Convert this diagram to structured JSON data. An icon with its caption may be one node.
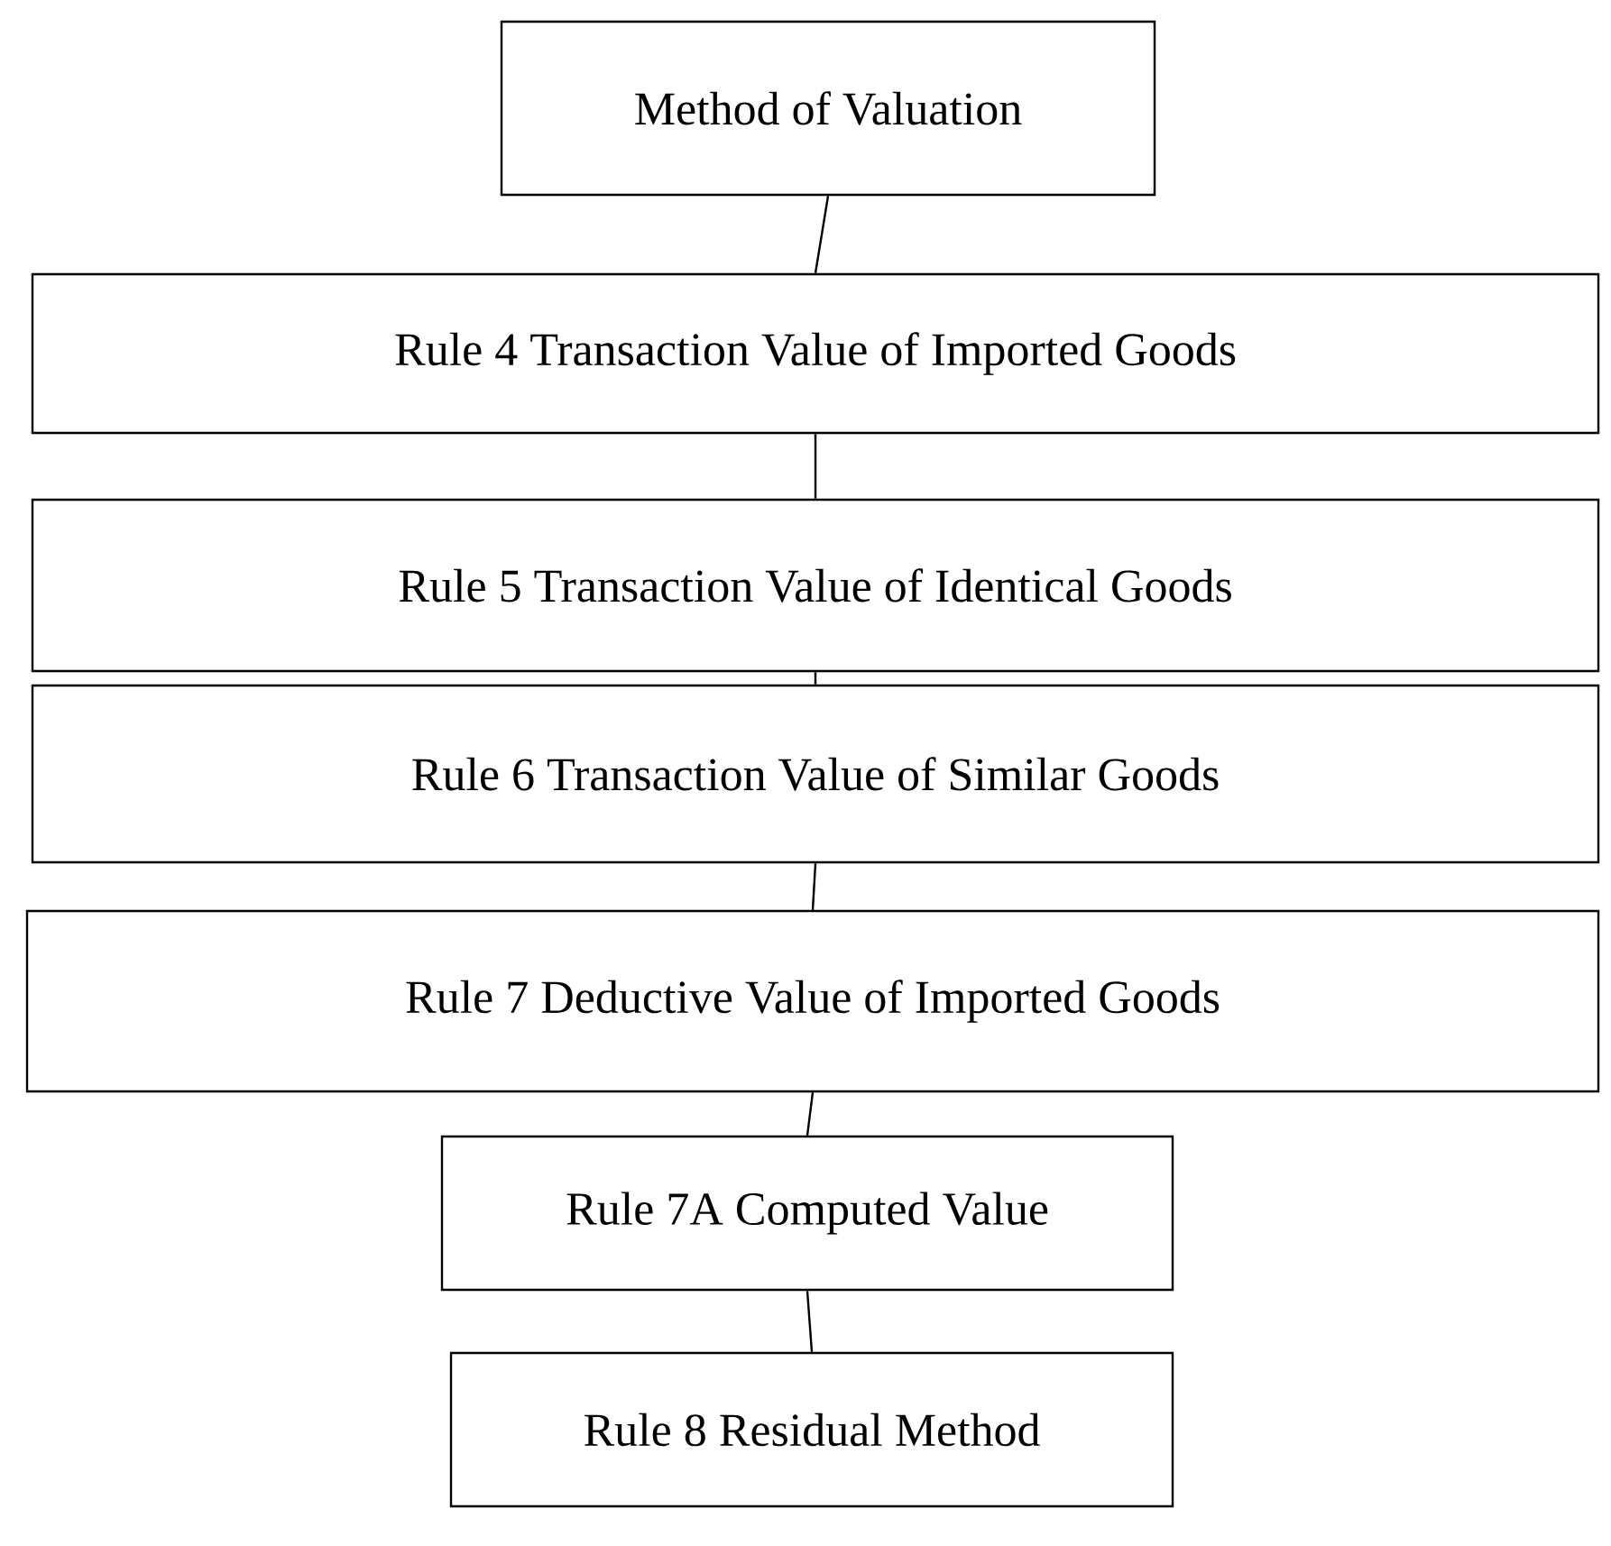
{
  "diagram": {
    "nodes": [
      {
        "text": [
          "Method of Valuation"
        ]
      },
      {
        "text": [
          "Rule 4 Transaction Value of Imported Goods"
        ]
      },
      {
        "text": [
          "Rule 5 Transaction Value of Identical Goods"
        ]
      },
      {
        "text": [
          "Rule 6 Transaction Value of Similar Goods"
        ]
      },
      {
        "text": [
          "Rule 7 Deductive Value of Imported Goods"
        ]
      },
      {
        "text": [
          "Rule 7A Computed Value"
        ]
      },
      {
        "text": [
          "Rule 8 Residual Method"
        ]
      }
    ],
    "edges": [
      {
        "from": 0,
        "to": 1,
        "arrow": "none"
      },
      {
        "from": 1,
        "to": 2,
        "arrow": "none"
      },
      {
        "from": 2,
        "to": 3,
        "arrow": "none"
      },
      {
        "from": 3,
        "to": 4,
        "arrow": "none"
      },
      {
        "from": 4,
        "to": 5,
        "arrow": "none"
      },
      {
        "from": 5,
        "to": 6,
        "arrow": "none"
      }
    ]
  }
}
